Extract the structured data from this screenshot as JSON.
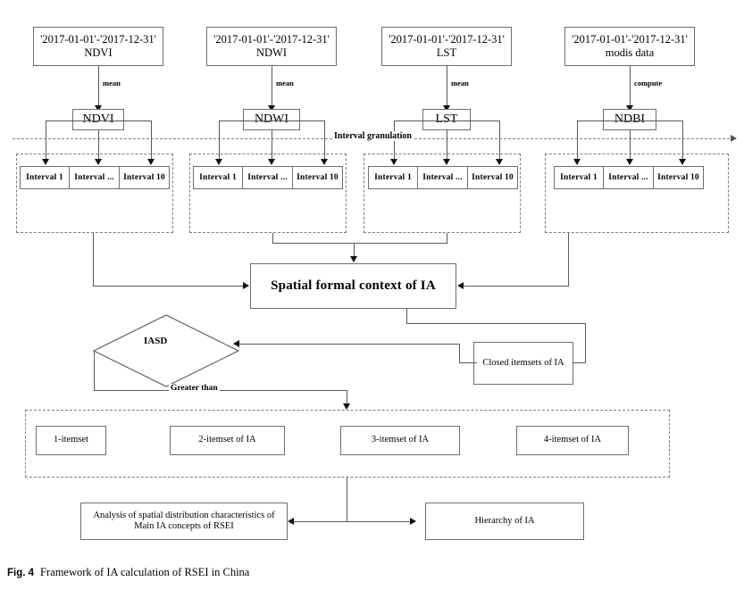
{
  "figure": {
    "label": "Fig. 4",
    "caption": "Framework of IA calculation of RSEI in China"
  },
  "sources": [
    {
      "id": "ndvi-source",
      "text": "'2017-01-01'-'2017-12-31' NDVI",
      "edge_label": "mean",
      "index": "NDVI"
    },
    {
      "id": "ndwi-source",
      "text": "'2017-01-01'-'2017-12-31' NDWI",
      "edge_label": "mean",
      "index": "NDWI"
    },
    {
      "id": "lst-source",
      "text": "'2017-01-01'-'2017-12-31' LST",
      "edge_label": "mean",
      "index": "LST"
    },
    {
      "id": "modis-source",
      "text": "'2017-01-01'-'2017-12-31' modis data",
      "edge_label": "compute",
      "index": "NDBI"
    }
  ],
  "granulation": {
    "band_label": "Interval granulation",
    "interval_cells": [
      "Interval 1",
      "Interval ...",
      "Interval 10"
    ]
  },
  "context": {
    "label": "Spatial formal context of IA"
  },
  "decision": {
    "label": "IASD",
    "branch_label": "Greater than"
  },
  "closed_itemsets": {
    "label": "Closed itemsets of IA"
  },
  "itemsets": [
    {
      "id": "itemset-1",
      "label": "1-itemset"
    },
    {
      "id": "itemset-2",
      "label": "2-itemset of IA"
    },
    {
      "id": "itemset-3",
      "label": "3-itemset of IA"
    },
    {
      "id": "itemset-4",
      "label": "4-itemset of IA"
    }
  ],
  "outputs": [
    {
      "id": "analysis-output",
      "label": "Analysis of spatial distribution characteristics of Main IA concepts of RSEI"
    },
    {
      "id": "hierarchy-output",
      "label": "Hierarchy of IA"
    }
  ],
  "colors": {
    "box_border": "#6e6e6e",
    "dashed_border": "#7d7d7d",
    "connector": "#585858",
    "background": "#ffffff",
    "text": "#000000"
  }
}
